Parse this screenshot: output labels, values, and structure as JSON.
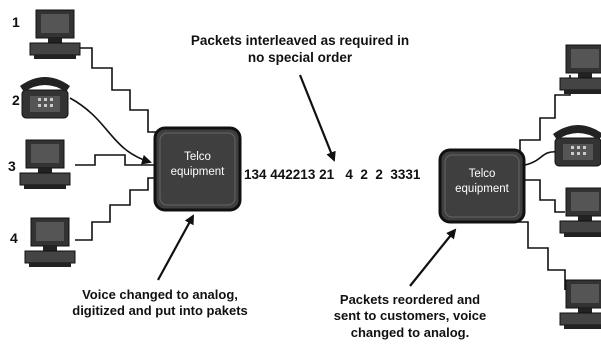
{
  "diagram": {
    "title": "Packets interleaved as required in\nno special order",
    "packet_stream": "134 442213 21   4  2  2  3331",
    "left_box_label": "Telco\nequipment",
    "right_box_label": "Telco\nequipment",
    "left_caption": "Voice changed to analog,\ndigitized and put into pakets",
    "right_caption": "Packets reordered and\nsent to customers, voice\nchanged to analog.",
    "device_numbers": [
      "1",
      "2",
      "3",
      "4"
    ],
    "colors": {
      "box_fill": "#3f3f3f",
      "box_border": "#111111",
      "line": "#111111"
    }
  }
}
